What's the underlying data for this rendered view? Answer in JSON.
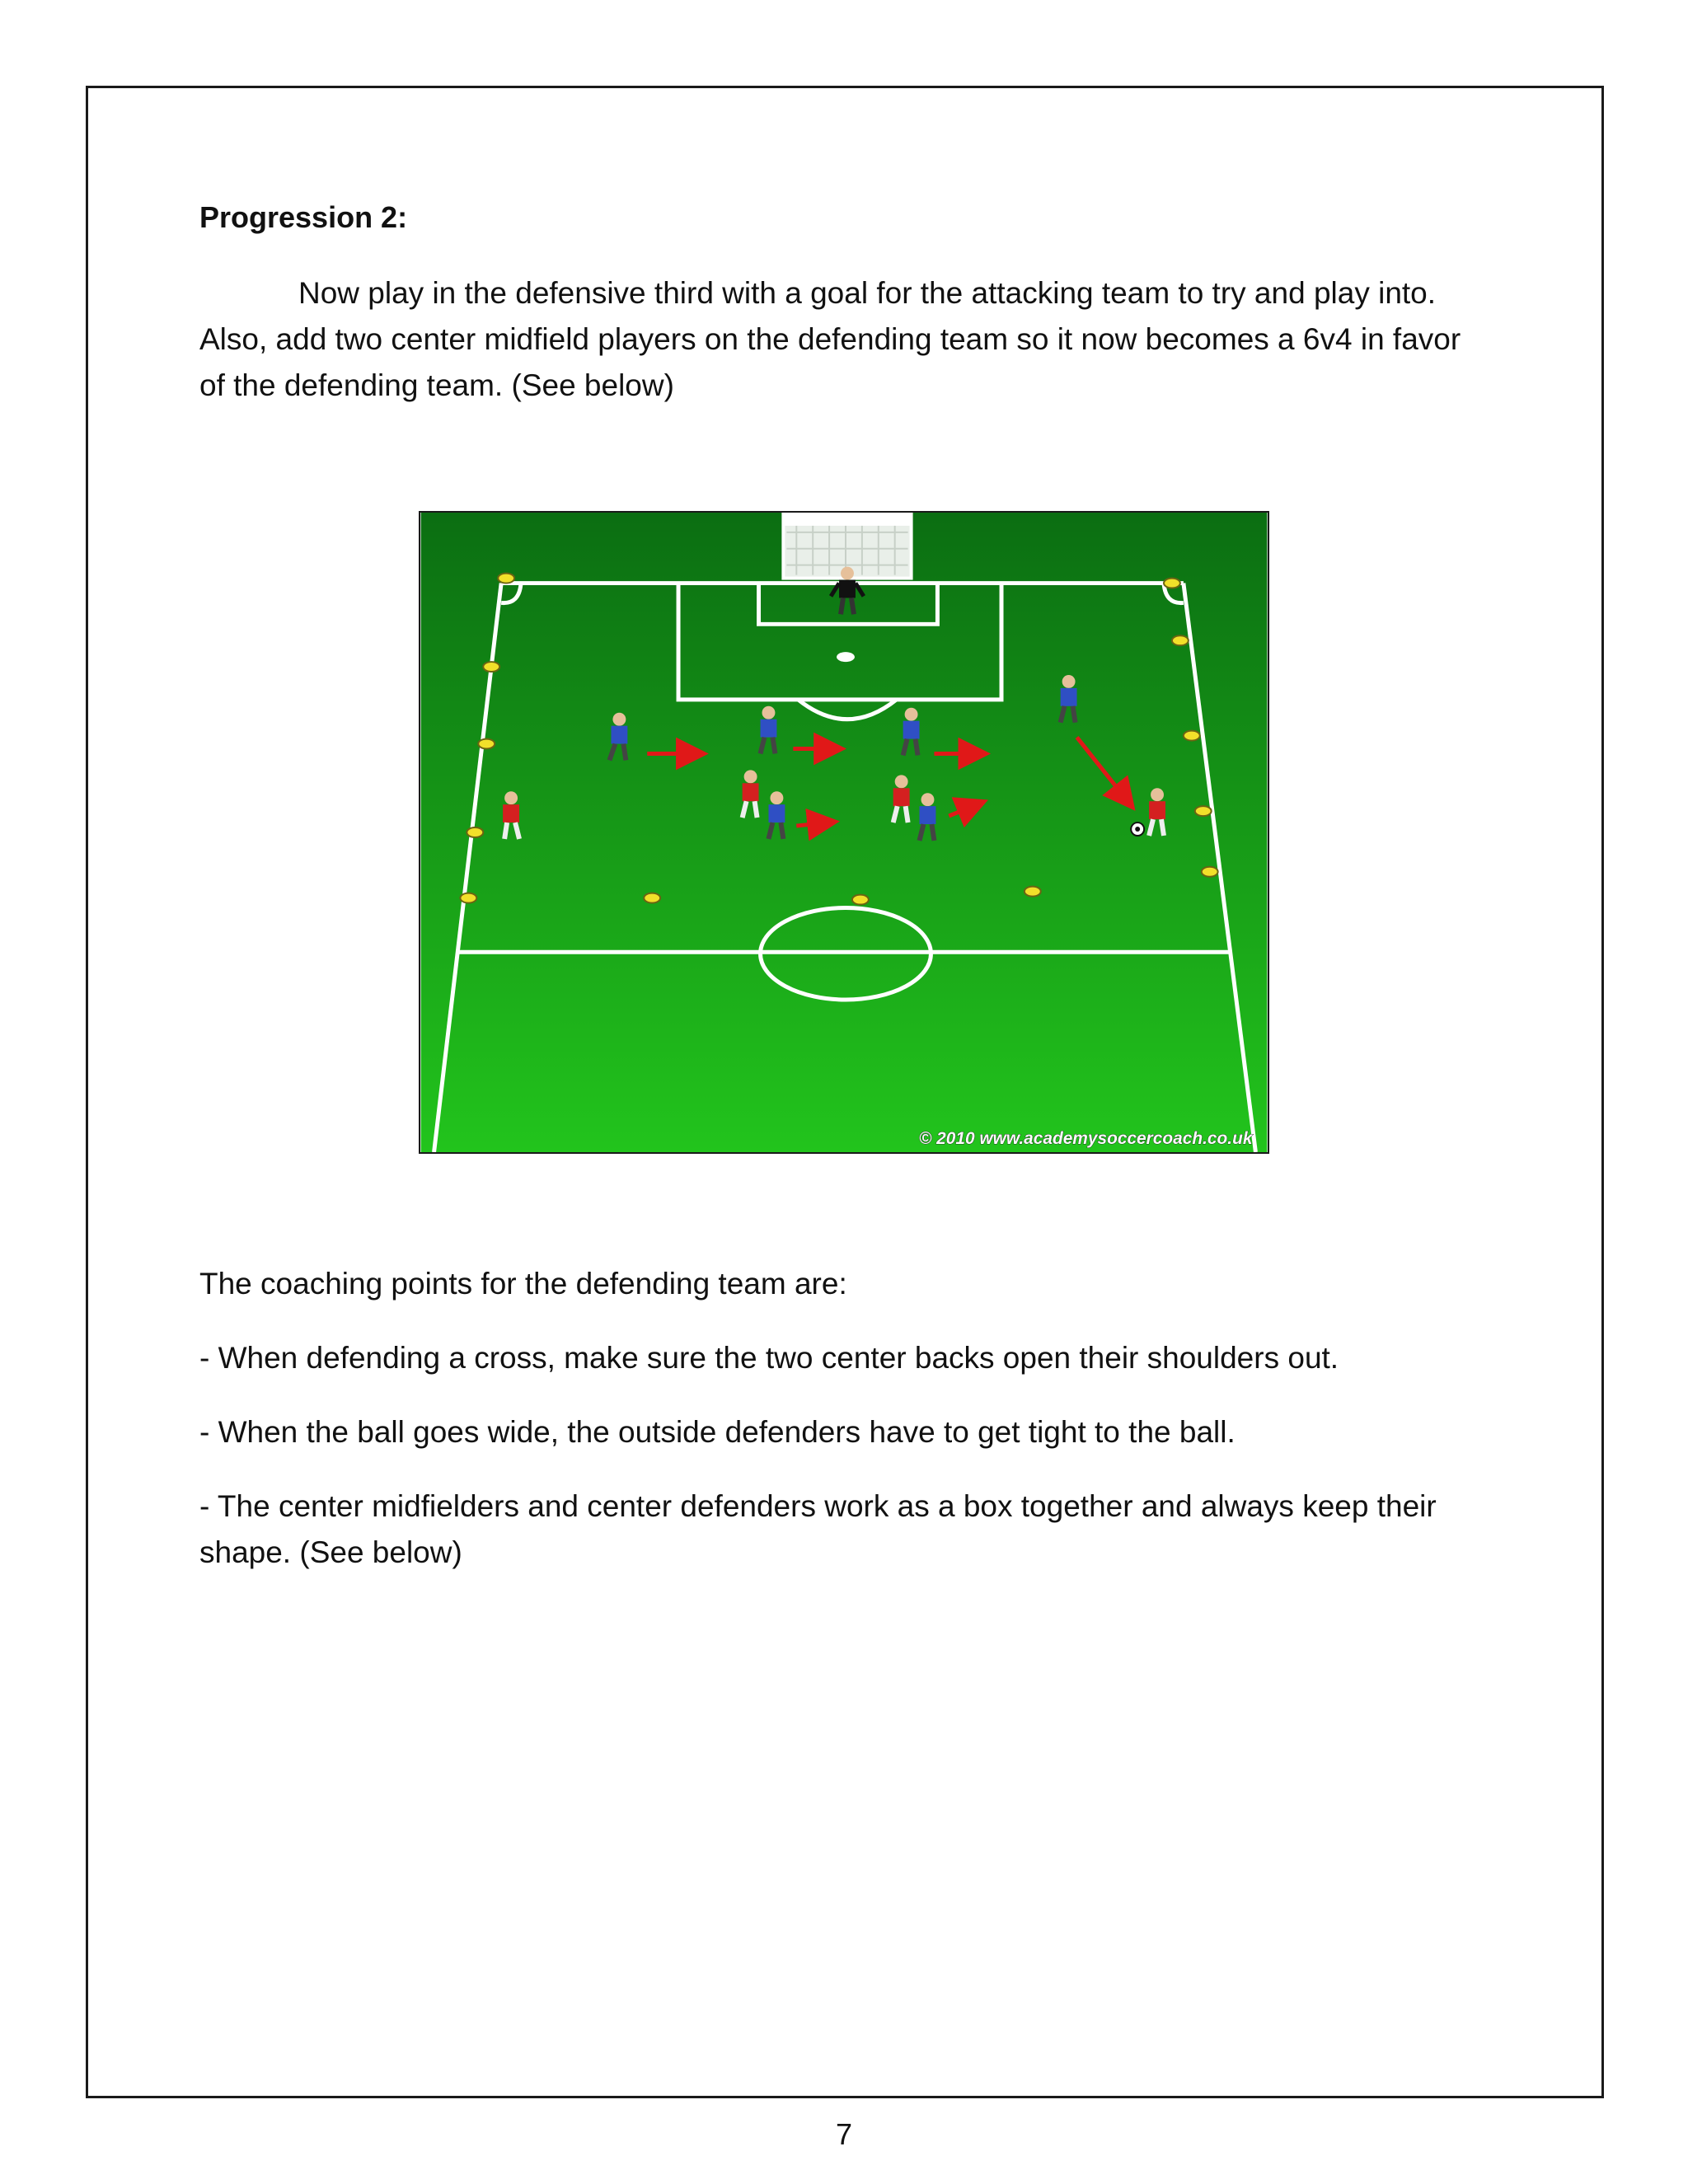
{
  "document": {
    "heading": "Progression 2:",
    "intro": "Now play in the defensive third with a goal for the attacking team to try and play into. Also, add two center midfield players on the defending team so it now becomes a 6v4 in favor of the defending team. (See below)",
    "coaching_intro": "The coaching points for the defending team are:",
    "points": [
      "- When defending a cross, make sure the two center backs open their shoulders out.",
      "- When the ball goes wide, the outside defenders have to get tight to the ball.",
      "- The center midfielders and center defenders work as a box together and always keep their shape. (See below)"
    ],
    "page_number": "7"
  },
  "diagram": {
    "copyright": "© 2010 www.academysoccercoach.co.uk",
    "colors": {
      "pitch_top": "#0b6e12",
      "pitch_bottom": "#22c41c",
      "lines": "#ffffff",
      "attacking_team": "#2f4fc4",
      "defending_team": "#d42020",
      "goalkeeper": "#111111",
      "arrows": "#e01818",
      "cones": "#f2e02a"
    }
  }
}
